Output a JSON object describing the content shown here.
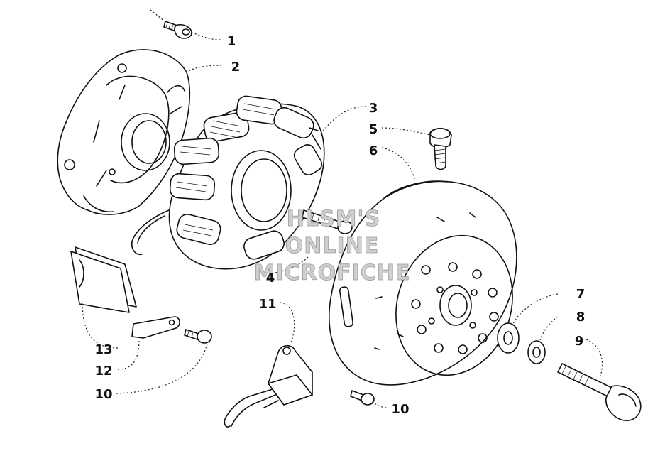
{
  "callouts": [
    {
      "id": "c1",
      "label": "1"
    },
    {
      "id": "c2",
      "label": "2"
    },
    {
      "id": "c3",
      "label": "3"
    },
    {
      "id": "c4",
      "label": "4"
    },
    {
      "id": "c5",
      "label": "5"
    },
    {
      "id": "c6",
      "label": "6"
    },
    {
      "id": "c7",
      "label": "7"
    },
    {
      "id": "c8",
      "label": "8"
    },
    {
      "id": "c9",
      "label": "9"
    },
    {
      "id": "c10a",
      "label": "10"
    },
    {
      "id": "c10b",
      "label": "10"
    },
    {
      "id": "c11",
      "label": "11"
    },
    {
      "id": "c12",
      "label": "12"
    },
    {
      "id": "c13",
      "label": "13"
    }
  ],
  "watermark": {
    "line1": "HLSM'S",
    "line2": "ONLINE",
    "line3": "MICROFICHE"
  }
}
